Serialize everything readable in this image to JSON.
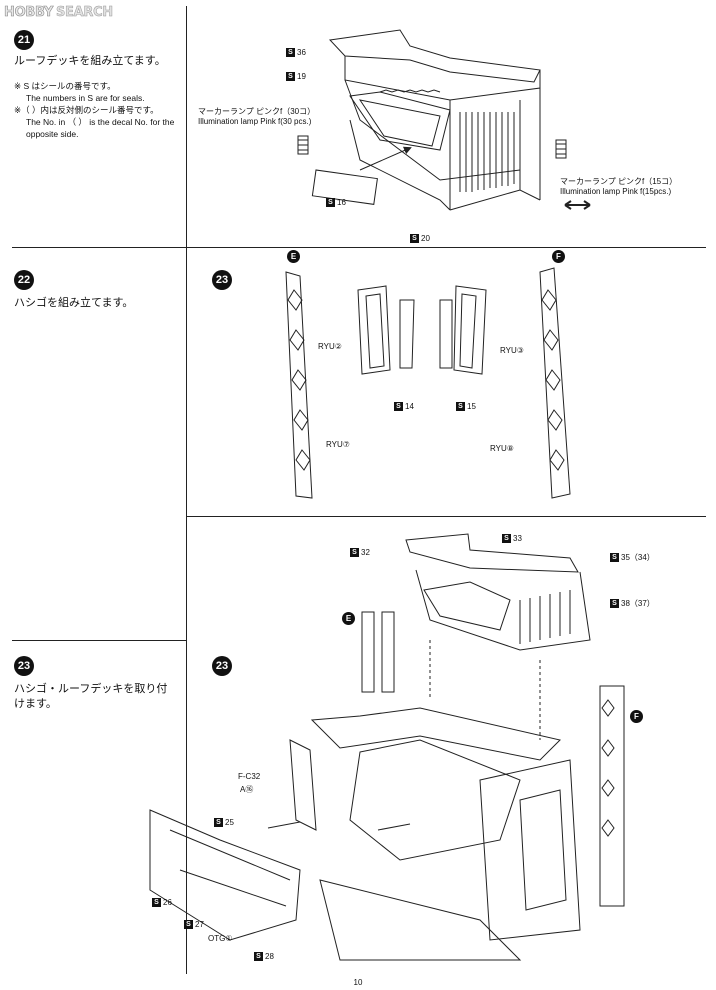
{
  "logo": {
    "mark": "HOBBY",
    "text": "SEARCH"
  },
  "steps": [
    {
      "number": "21",
      "title": "ルーフデッキを組み立てます。"
    },
    {
      "number": "22",
      "title": "ハシゴを組み立てます。"
    },
    {
      "number": "23",
      "title": "ハシゴ・ルーフデッキを取り付けます。"
    }
  ],
  "notes": {
    "n1_jp": "※ S はシールの番号です。",
    "n1_en": "The numbers in S are for seals.",
    "n2_jp": "※（ ）内は反対側のシール番号です。",
    "n2_en": "The No. in （ ） is the decal No. for the opposite side."
  },
  "diagram_labels": {
    "s36": "36",
    "s19": "19",
    "s16": "16",
    "s20": "20",
    "lamp1_jp": "マーカーランプ ピンクf（30コ）",
    "lamp1_en": "Illumination lamp Pink f(30 pcs.)",
    "lamp2_jp": "マーカーランプ ピンクf（15コ）",
    "lamp2_en": "Illumination lamp Pink f(15pcs.)",
    "step23_badge": "23",
    "e": "E",
    "f": "F",
    "ryu2": "RYU②",
    "ryu3": "RYU③",
    "ryu7": "RYU⑦",
    "ryu8": "RYU⑧",
    "s14": "14",
    "s15": "15",
    "s32": "32",
    "s33": "33",
    "s35": "35（34）",
    "s38": "38（37）",
    "fc": "F-C32",
    "a16": "A⑯",
    "s25": "25",
    "s26": "26",
    "s27": "27",
    "otg": "OTG①",
    "s28": "28"
  },
  "page_number": "10"
}
